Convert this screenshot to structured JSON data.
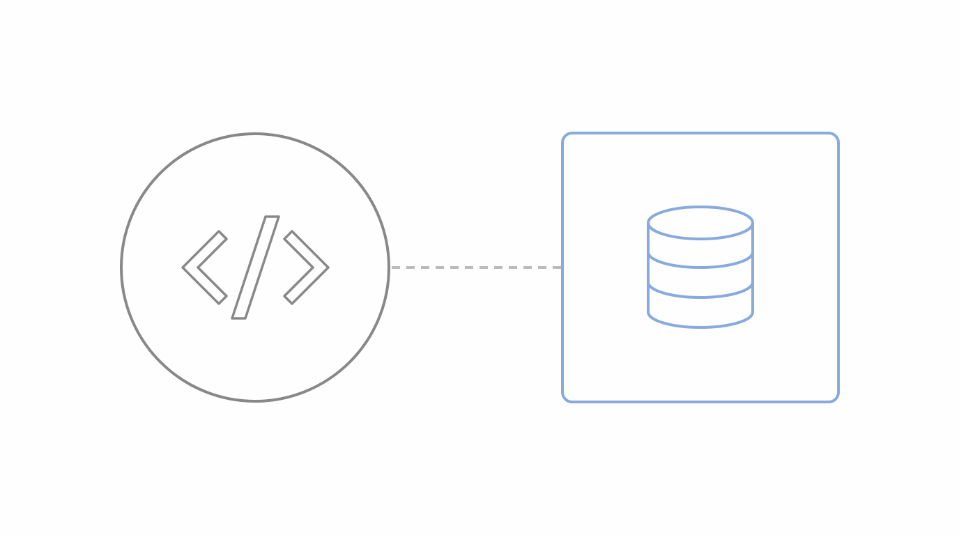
{
  "colors": {
    "code_node": "#888888",
    "database_node": "#88aadd",
    "connector": "#bbbbbb",
    "background": "#fefefe"
  },
  "nodes": [
    {
      "shape": "circle",
      "icon": "code-icon"
    },
    {
      "shape": "rounded-square",
      "icon": "database-icon"
    }
  ],
  "connector": {
    "style": "dashed"
  }
}
